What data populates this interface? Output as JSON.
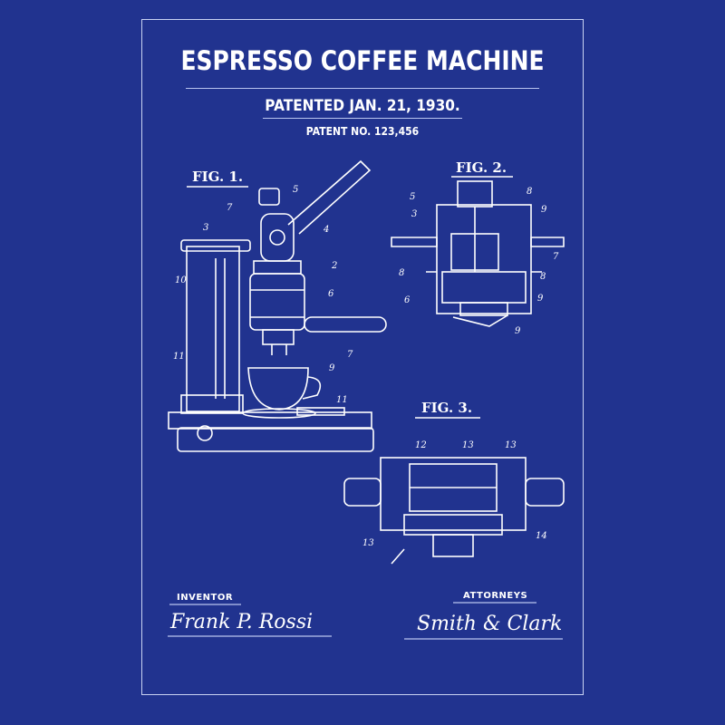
{
  "poster": {
    "title": "ESPRESSO COFFEE MACHINE",
    "patented": "PATENTED JAN. 21, 1930.",
    "patent_no": "PATENT NO. 123,456",
    "colors": {
      "background": "#21338f",
      "ink": "#ffffff"
    }
  },
  "figures": [
    {
      "label": "FIG. 1.",
      "parts": [
        "7",
        "5",
        "3",
        "4",
        "2",
        "10",
        "6",
        "11",
        "7",
        "9",
        "11"
      ]
    },
    {
      "label": "FIG. 2.",
      "parts": [
        "5",
        "8",
        "3",
        "9",
        "7",
        "8",
        "8",
        "6",
        "9",
        "9"
      ]
    },
    {
      "label": "FIG. 3.",
      "parts": [
        "12",
        "13",
        "13",
        "13",
        "14"
      ]
    }
  ],
  "signatures": {
    "inventor_label": "INVENTOR",
    "inventor_name": "Frank P. Rossi",
    "attorneys_label": "ATTORNEYS",
    "attorneys_name": "Smith & Clark"
  }
}
